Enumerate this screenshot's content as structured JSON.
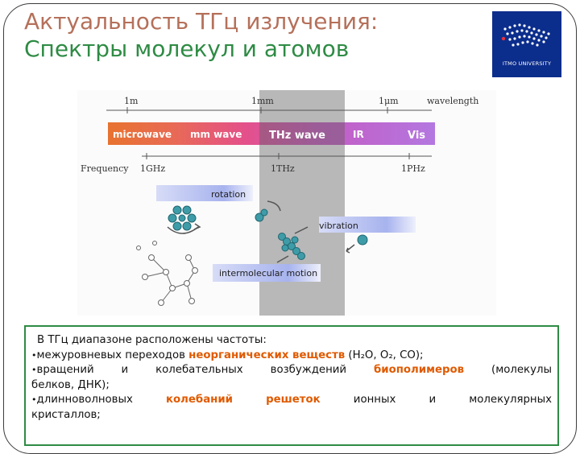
{
  "title": {
    "line1": "Актуальность ТГц излучения:",
    "line2": "Спектры молекул и атомов"
  },
  "logo": {
    "text": "ITMO UNIVERSITY"
  },
  "figure": {
    "top_labels": [
      "1m",
      "1mm",
      "1μm",
      "wavelength"
    ],
    "bands": [
      "microwave",
      "mm wave",
      "THz wave",
      "IR",
      "Vis"
    ],
    "freq_labels": [
      "Frequency",
      "1GHz",
      "1THz",
      "1PHz"
    ],
    "motions": [
      "rotation",
      "vibration",
      "intermolecular motion"
    ]
  },
  "text": {
    "intro": "В ТГц диапазоне расположены частоты:",
    "b1_pre": "межуровневых переходов ",
    "b1_hl": "неорганических веществ",
    "b1_post": " (H₂O, O₂, CO);",
    "b2_words": [
      "вращений",
      "и",
      "колебательных",
      "возбуждений"
    ],
    "b2_hl": "биополимеров",
    "b2_paren": "(молекулы",
    "b2_line2": "белков, ДНК);",
    "b3_word1": "длинноволновых",
    "b3_hl1": "колебаний",
    "b3_hl2": "решеток",
    "b3_rest": [
      "ионных",
      "и",
      "молекулярных"
    ],
    "b3_line2": "кристаллов;"
  },
  "colors": {
    "accent_green": "#2e8b44",
    "title_red": "#b5705a",
    "highlight": "#e05a00"
  }
}
